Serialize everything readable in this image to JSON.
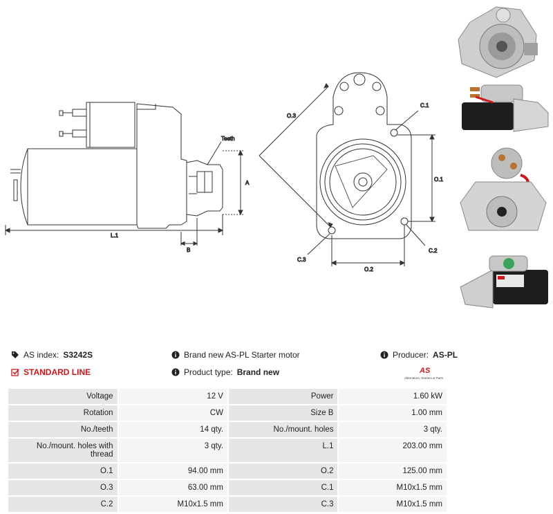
{
  "drawing": {
    "labels": {
      "teeth": "Teeth",
      "a": "A",
      "l1": "L.1",
      "b": "B",
      "o3": "O.3",
      "c1": "C.1",
      "o1": "O.1",
      "c2": "C.2",
      "c3": "C.3",
      "o2": "O.2"
    }
  },
  "info": {
    "as_index_label": "AS index:",
    "as_index_value": "S3242S",
    "standard_line": "STANDARD LINE",
    "description": "Brand new AS-PL Starter motor",
    "product_type_label": "Product type:",
    "product_type_value": "Brand new",
    "producer_label": "Producer:",
    "producer_value": "AS-PL",
    "logo_text": "AS",
    "logo_subtext": "Alternators, Starters & Parts"
  },
  "specs": [
    [
      "Voltage",
      "12 V",
      "Power",
      "1.60 kW"
    ],
    [
      "Rotation",
      "CW",
      "Size B",
      "1.00 mm"
    ],
    [
      "No./teeth",
      "14 qty.",
      "No./mount. holes",
      "3 qty."
    ],
    [
      "No./mount. holes with thread",
      "3 qty.",
      "L.1",
      "203.00 mm"
    ],
    [
      "O.1",
      "94.00 mm",
      "O.2",
      "125.00 mm"
    ],
    [
      "O.3",
      "63.00 mm",
      "C.1",
      "M10x1.5 mm"
    ],
    [
      "C.2",
      "M10x1.5 mm",
      "C.3",
      "M10x1.5 mm"
    ]
  ],
  "colors": {
    "accent_red": "#d0161b",
    "key_cell": "#e6e6e6",
    "value_cell": "#f5f5f5"
  },
  "icons": [
    "tag-icon",
    "checkbox-icon",
    "info-icon"
  ]
}
